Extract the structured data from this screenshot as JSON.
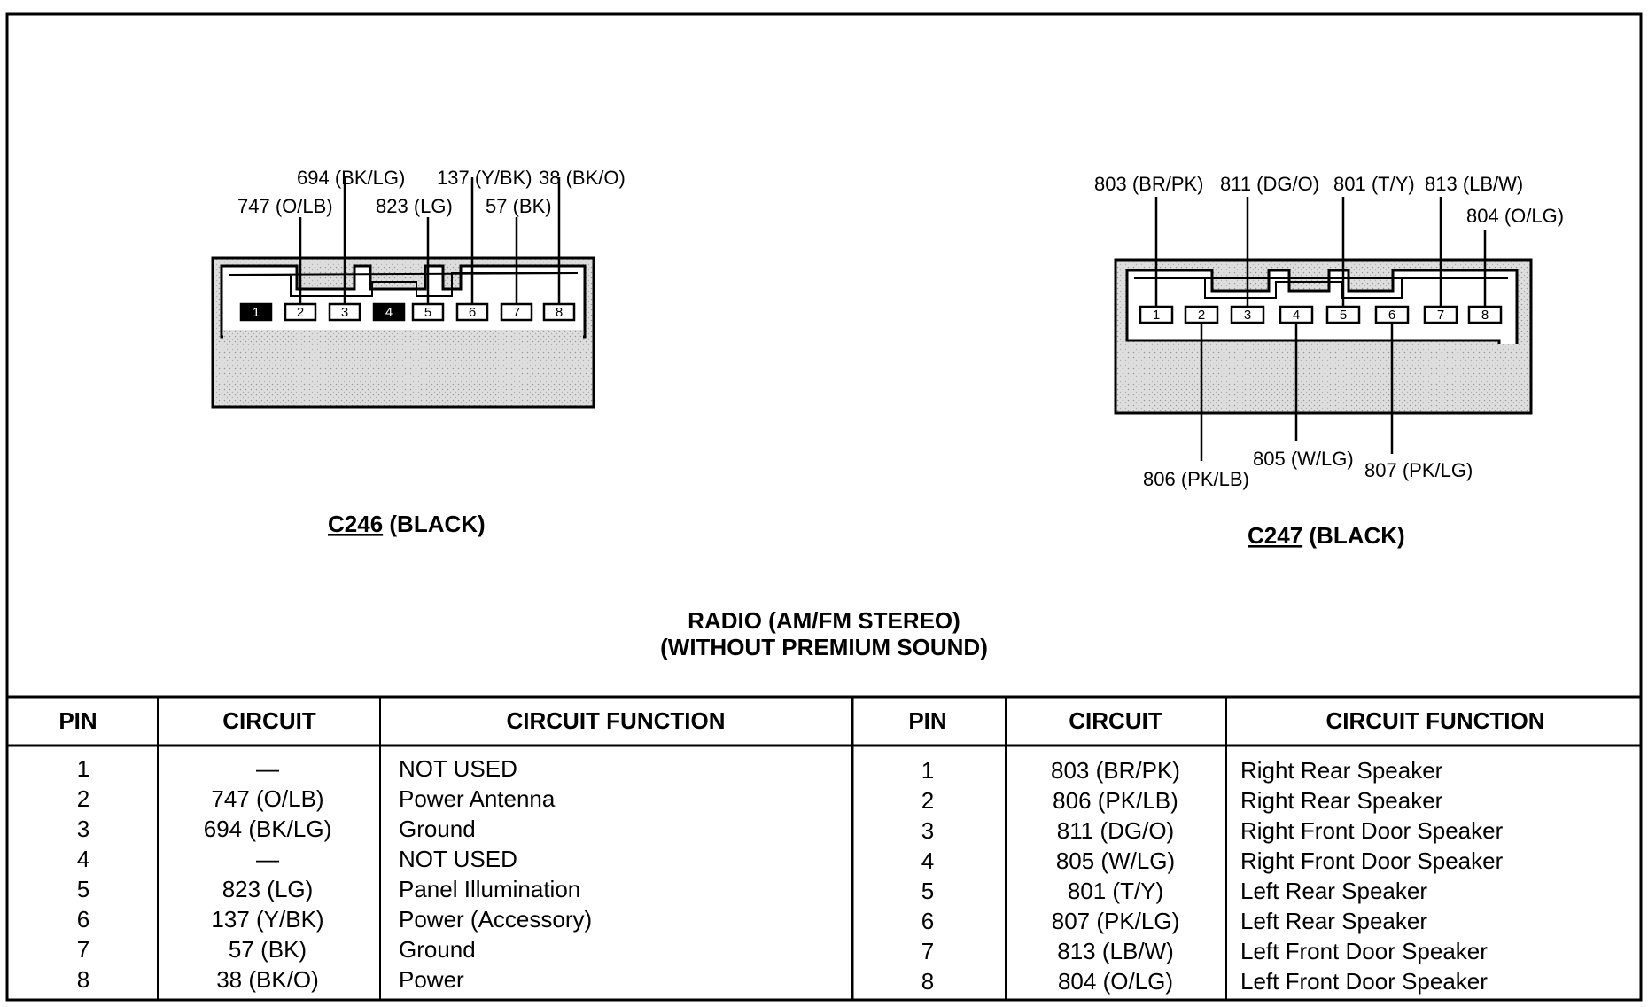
{
  "title": {
    "line1": "RADIO (AM/FM STEREO)",
    "line2": "(WITHOUT PREMIUM SOUND)"
  },
  "c246": {
    "id": "C246",
    "color": "(BLACK)",
    "pins": [
      "1",
      "2",
      "3",
      "4",
      "5",
      "6",
      "7",
      "8"
    ],
    "unused_pins": [
      "1",
      "4"
    ],
    "wire_labels": {
      "p2": "747 (O/LB)",
      "p3": "694 (BK/LG)",
      "p5": "823 (LG)",
      "p6": "137 (Y/BK)",
      "p7": "57 (BK)",
      "p8": "38 (BK/O)"
    }
  },
  "c247": {
    "id": "C247",
    "color": "(BLACK)",
    "pins": [
      "1",
      "2",
      "3",
      "4",
      "5",
      "6",
      "7",
      "8"
    ],
    "wire_labels": {
      "p1": "803 (BR/PK)",
      "p2": "806 (PK/LB)",
      "p3": "811 (DG/O)",
      "p4": "805 (W/LG)",
      "p5": "801 (T/Y)",
      "p6": "807 (PK/LG)",
      "p7": "813 (LB/W)",
      "p8": "804 (O/LG)"
    }
  },
  "table": {
    "headers": [
      "PIN",
      "CIRCUIT",
      "CIRCUIT FUNCTION",
      "PIN",
      "CIRCUIT",
      "CIRCUIT FUNCTION"
    ],
    "left": [
      {
        "pin": "1",
        "circuit": "—",
        "function": "NOT USED"
      },
      {
        "pin": "2",
        "circuit": "747 (O/LB)",
        "function": "Power Antenna"
      },
      {
        "pin": "3",
        "circuit": "694 (BK/LG)",
        "function": "Ground"
      },
      {
        "pin": "4",
        "circuit": "—",
        "function": "NOT USED"
      },
      {
        "pin": "5",
        "circuit": "823 (LG)",
        "function": "Panel Illumination"
      },
      {
        "pin": "6",
        "circuit": "137 (Y/BK)",
        "function": "Power (Accessory)"
      },
      {
        "pin": "7",
        "circuit": "57 (BK)",
        "function": "Ground"
      },
      {
        "pin": "8",
        "circuit": "38 (BK/O)",
        "function": "Power"
      }
    ],
    "right": [
      {
        "pin": "1",
        "circuit": "803 (BR/PK)",
        "function": "Right Rear Speaker"
      },
      {
        "pin": "2",
        "circuit": "806 (PK/LB)",
        "function": "Right Rear Speaker"
      },
      {
        "pin": "3",
        "circuit": "811 (DG/O)",
        "function": "Right Front Door Speaker"
      },
      {
        "pin": "4",
        "circuit": "805 (W/LG)",
        "function": "Right Front Door Speaker"
      },
      {
        "pin": "5",
        "circuit": "801 (T/Y)",
        "function": "Left Rear Speaker"
      },
      {
        "pin": "6",
        "circuit": "807 (PK/LG)",
        "function": "Left Rear Speaker"
      },
      {
        "pin": "7",
        "circuit": "813 (LB/W)",
        "function": "Left Front Door Speaker"
      },
      {
        "pin": "8",
        "circuit": "804 (O/LG)",
        "function": "Left Front Door Speaker"
      }
    ]
  },
  "colors": {
    "ink": "#000000",
    "paper": "#ffffff",
    "connector_shade": "#d9d9d9"
  }
}
